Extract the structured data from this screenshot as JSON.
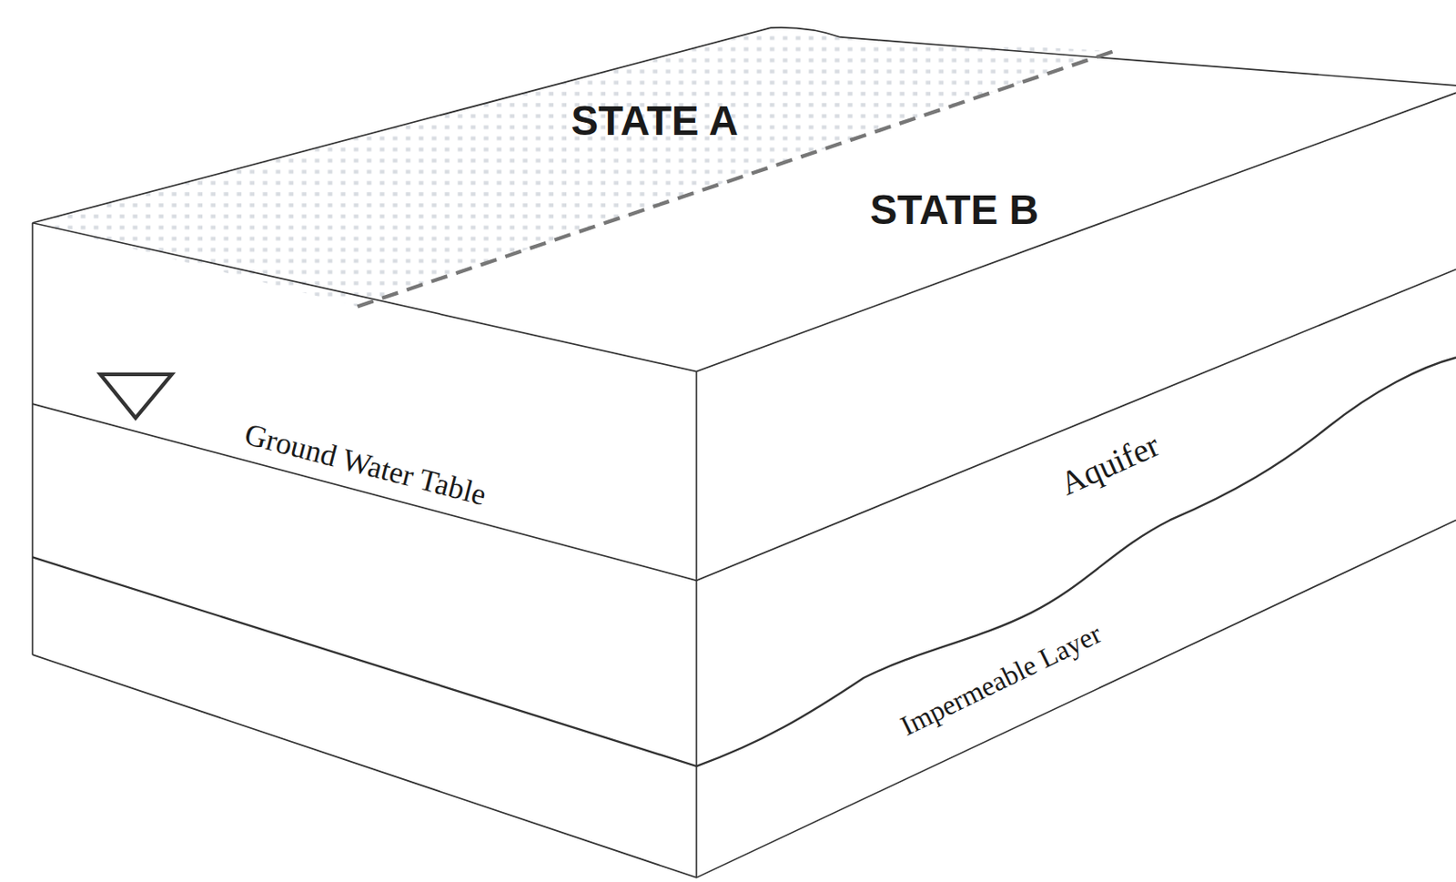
{
  "diagram": {
    "labels": [
      "STATE A",
      "STATE B",
      "Ground Water Table",
      "Aquifer",
      "Impermeable Layer"
    ]
  }
}
